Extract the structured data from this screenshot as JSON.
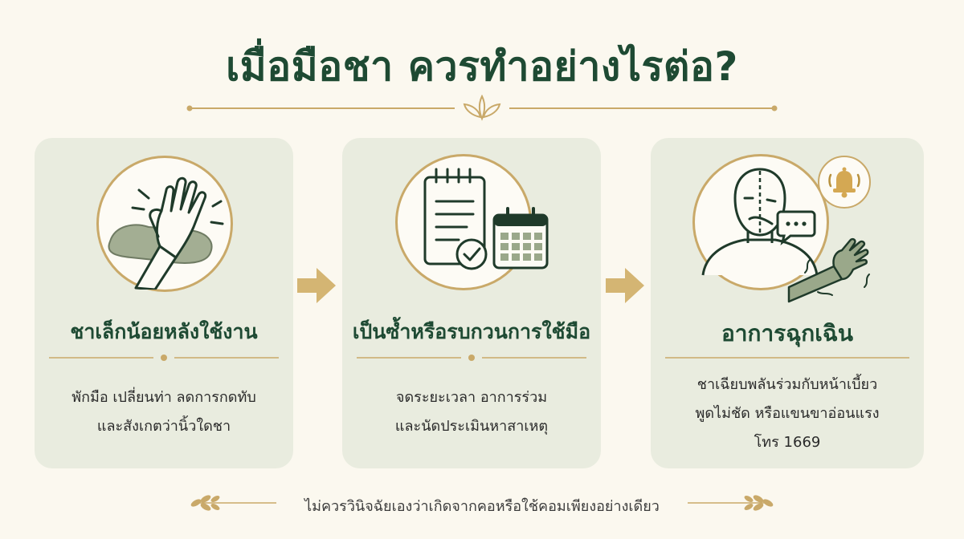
{
  "title": "เมื่อมือชา ควรทำอย่างไรต่อ?",
  "colors": {
    "background": "#fbf8ef",
    "card": "#e9ecdf",
    "accent_gold": "#c9a969",
    "arrow_gold": "#d4b573",
    "title_green": "#1e4a33",
    "sage": "#9aa88a"
  },
  "cards": [
    {
      "title": "ชาเล็กน้อยหลังใช้งาน",
      "lines": [
        "พักมือ เปลี่ยนท่า ลดการกดทับ",
        "และสังเกตว่านิ้วใดชา"
      ],
      "icon": "hand-rest-icon"
    },
    {
      "title": "เป็นซ้ำหรือรบกวนการใช้มือ",
      "lines": [
        "จดระยะเวลา อาการร่วม",
        "และนัดประเมินหาสาเหตุ"
      ],
      "icon": "clipboard-calendar-icon"
    },
    {
      "title": "อาการฉุกเฉิน",
      "lines": [
        "ชาเฉียบพลันร่วมกับหน้าเบี้ยว",
        "พูดไม่ชัด หรือแขนขาอ่อนแรง",
        "โทร 1669"
      ],
      "icon": "stroke-face-icon"
    }
  ],
  "footnote": "ไม่ควรวินิจฉัยเองว่าเกิดจากคอหรือใช้คอมเพียงอย่างเดียว"
}
